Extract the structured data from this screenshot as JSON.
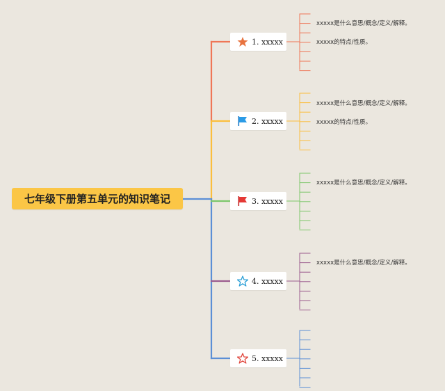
{
  "root": {
    "title": "七年级下册第五单元的知识笔记"
  },
  "branches": [
    {
      "label": "1. xxxxx",
      "icon": "orange-star-icon",
      "color": "#ef7656",
      "notes": [
        "xxxxx是什么意思/概念/定义/解释。",
        "xxxxx的特点/性质。"
      ]
    },
    {
      "label": "2. xxxxx",
      "icon": "blue-flag-icon",
      "color": "#fbbe3c",
      "notes": [
        "xxxxx是什么意思/概念/定义/解释。",
        "xxxxx的特点/性质。"
      ]
    },
    {
      "label": "3. xxxxx",
      "icon": "red-flag-icon",
      "color": "#7cc76a",
      "notes": [
        "xxxxx是什么意思/概念/定义/解释。"
      ]
    },
    {
      "label": "4. xxxxx",
      "icon": "blue-outline-star-icon",
      "color": "#9b5b8e",
      "notes": [
        "xxxxx是什么意思/概念/定义/解释。"
      ]
    },
    {
      "label": "5. xxxxx",
      "icon": "red-outline-star-icon",
      "color": "#5b8fd6",
      "notes": []
    }
  ],
  "colors": {
    "trunk": "#5b8fd6",
    "root_bg": "#fbc646",
    "background": "#ebe7df"
  }
}
